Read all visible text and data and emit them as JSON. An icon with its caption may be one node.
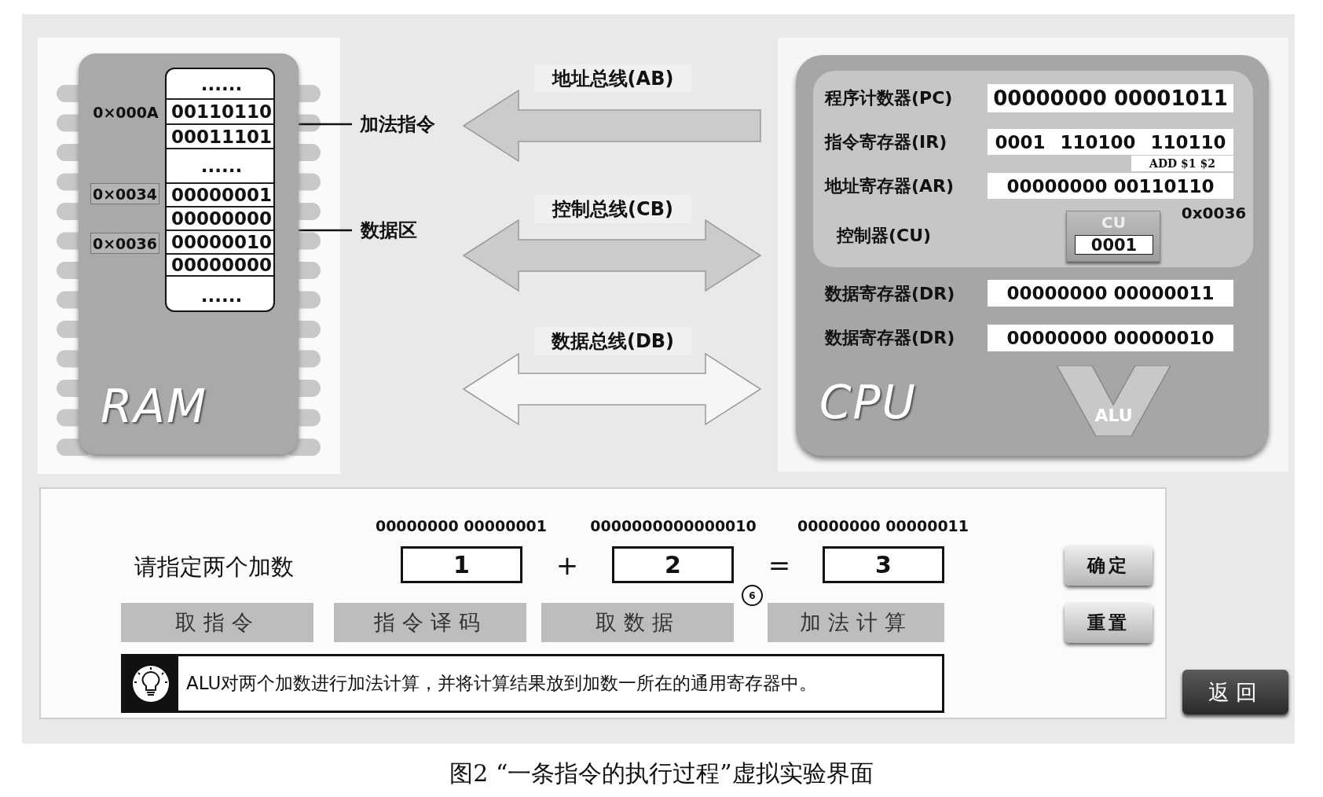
{
  "diagram": {
    "caption": "图2 “一条指令的执行过程”虚拟实验界面",
    "nodes": [
      {
        "text": [
          "RAM"
        ]
      },
      {
        "text": [],
        "shape": "box",
        "in": 0
      },
      {
        "text": [
          "......"
        ],
        "in": 1
      },
      {
        "text": [
          "00110110"
        ],
        "in": 1
      },
      {
        "text": [
          "00011101"
        ],
        "in": 1
      },
      {
        "text": [
          "......"
        ],
        "in": 1
      },
      {
        "text": [
          "00000001"
        ],
        "in": 1
      },
      {
        "text": [
          "00000000"
        ],
        "in": 1
      },
      {
        "text": [
          "00000010"
        ],
        "in": 1
      },
      {
        "text": [
          "00000000"
        ],
        "in": 1
      },
      {
        "text": [
          "......"
        ],
        "in": 1
      },
      {
        "text": [
          "0×0034"
        ],
        "in": 0
      },
      {
        "text": [
          "0×0036"
        ],
        "in": 0
      },
      {
        "text": [
          "加法指令"
        ]
      },
      {
        "text": [
          "数据区"
        ]
      },
      {
        "text": [
          "CPU"
        ]
      },
      {
        "text": [],
        "shape": "box",
        "in": 15
      },
      {
        "text": [
          "00000000 00001011"
        ],
        "beside": [
          "程序计数器(PC)"
        ],
        "in": 16
      },
      {
        "text": [
          "0001",
          "110100",
          "110110"
        ],
        "beside": [
          "指令寄存器(IR)"
        ],
        "in": 16
      },
      {
        "text": [
          "ADD $1 $2"
        ],
        "in": 16
      },
      {
        "text": [
          "00000000 00110110"
        ],
        "beside": [
          "地址寄存器(AR)"
        ],
        "in": 16
      },
      {
        "text": [
          "CU"
        ],
        "in": 16
      },
      {
        "text": [
          "0001"
        ],
        "in": 21
      },
      {
        "text": [
          "00000000 00000011"
        ],
        "beside": [
          "数据寄存器(DR)"
        ],
        "in": 15
      },
      {
        "text": [
          "00000000 00000010"
        ],
        "beside": [
          "数据寄存器(DR)"
        ],
        "in": 15
      },
      {
        "text": [
          "ALU"
        ],
        "in": 15
      },
      {
        "text": [],
        "shape": "box"
      },
      {
        "text": [
          "1"
        ],
        "beside": [
          "00000000 00000001"
        ],
        "in": 26
      },
      {
        "text": [
          "2"
        ],
        "beside": [
          "0000000000000010"
        ],
        "in": 26
      },
      {
        "text": [
          "3"
        ],
        "beside": [
          "00000000 00000011"
        ],
        "in": 26
      },
      {
        "text": [
          "取指令"
        ],
        "in": 26
      },
      {
        "text": [
          "指令译码"
        ],
        "in": 26
      },
      {
        "text": [
          "取数据"
        ],
        "in": 26
      },
      {
        "text": [
          "加法计算"
        ],
        "in": 26
      },
      {
        "text": [
          "ALU对两个加数进行加法计算，并将计算结果放到加数一所在的通用寄存器中。"
        ],
        "in": 26
      },
      {
        "text": [
          "确定"
        ],
        "in": 26
      },
      {
        "text": [
          "重置"
        ],
        "in": 26
      },
      {
        "text": [
          "返回"
        ]
      }
    ],
    "edges": [
      {
        "from": 15,
        "to": 0,
        "arrow": "to",
        "label": "地址总线(AB)"
      },
      {
        "from": 0,
        "to": 15,
        "arrow": "both",
        "label": "控制总线(CB)"
      },
      {
        "from": 0,
        "to": 15,
        "arrow": "both",
        "label": "数据总线(DB)",
        "color": "#f6f6f6"
      },
      {
        "from": 13,
        "to": 4,
        "arrow": "none"
      },
      {
        "from": 14,
        "to": 7,
        "arrow": "none"
      }
    ],
    "labels": [
      "0×000A",
      "控制器(CU)",
      "0x0036",
      "请指定两个加数",
      "+",
      "=",
      "6"
    ]
  }
}
